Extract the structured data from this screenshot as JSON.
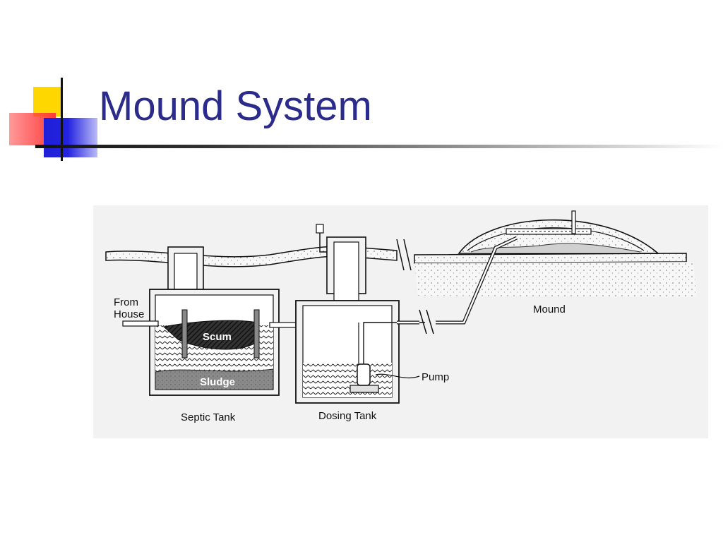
{
  "slide": {
    "title": "Mound System"
  },
  "diagram": {
    "labels": {
      "from_house_line1": "From",
      "from_house_line2": "House",
      "scum": "Scum",
      "sludge": "Sludge",
      "septic_tank": "Septic Tank",
      "dosing_tank": "Dosing Tank",
      "pump": "Pump",
      "mound": "Mound"
    }
  },
  "colors": {
    "title": "#2b2b8c",
    "accent_yellow": "#ffd700",
    "accent_red": "#ff3b3b",
    "accent_blue": "#2323e0"
  }
}
